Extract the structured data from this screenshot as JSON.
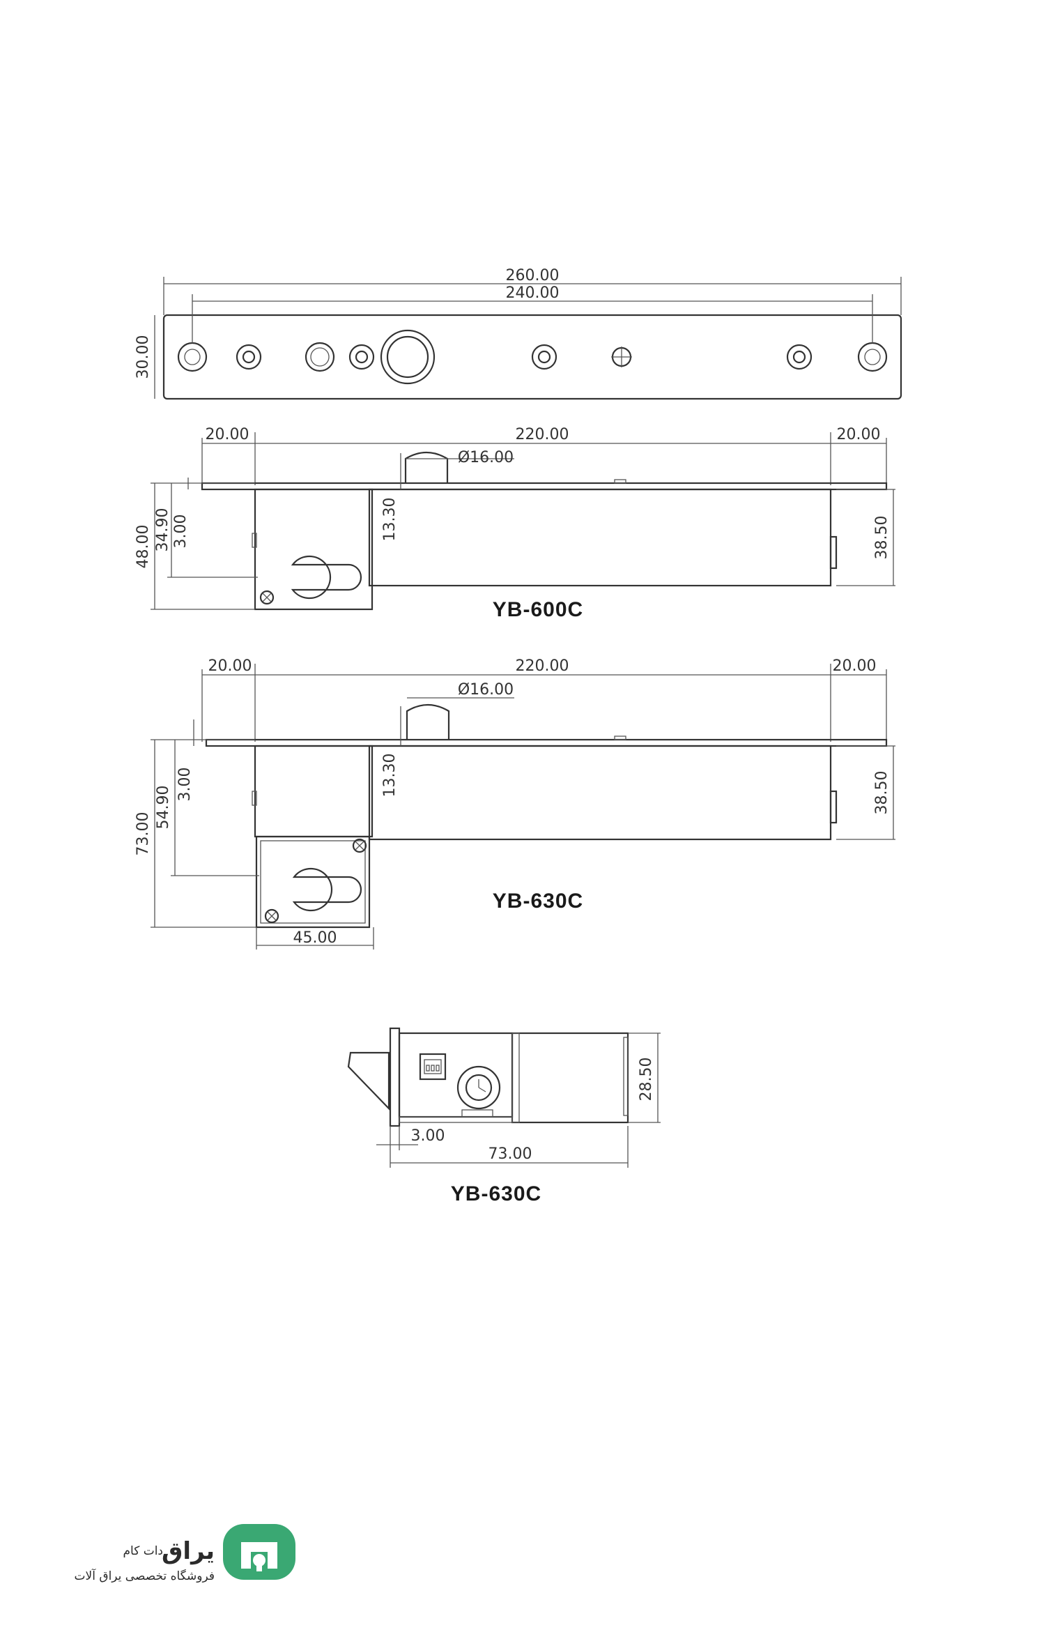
{
  "dimensions": {
    "top_total": "260.00",
    "top_inner": "240.00",
    "top_height": "30.00",
    "left_20": "20.00",
    "span_220": "220.00",
    "right_20": "20.00",
    "bolt_dia": "Ø16.00",
    "bolt_rise": "13.30",
    "body_height": "38.50",
    "yb600_total": "48.00",
    "yb600_key": "34.90",
    "yb600_offset": "3.00",
    "yb630_total": "73.00",
    "yb630_key": "54.90",
    "yb630_offset": "3.00",
    "yb630_width": "45.00",
    "end_height": "28.50",
    "end_offset": "3.00",
    "end_width": "73.00"
  },
  "models": {
    "first": "YB-600C",
    "second": "YB-630C",
    "third": "YB-630C"
  },
  "logo": {
    "brand": "یراق",
    "suffix": "دات کام",
    "tagline": "فروشگاه تخصصی یراق آلات",
    "color": "#3aa873"
  }
}
